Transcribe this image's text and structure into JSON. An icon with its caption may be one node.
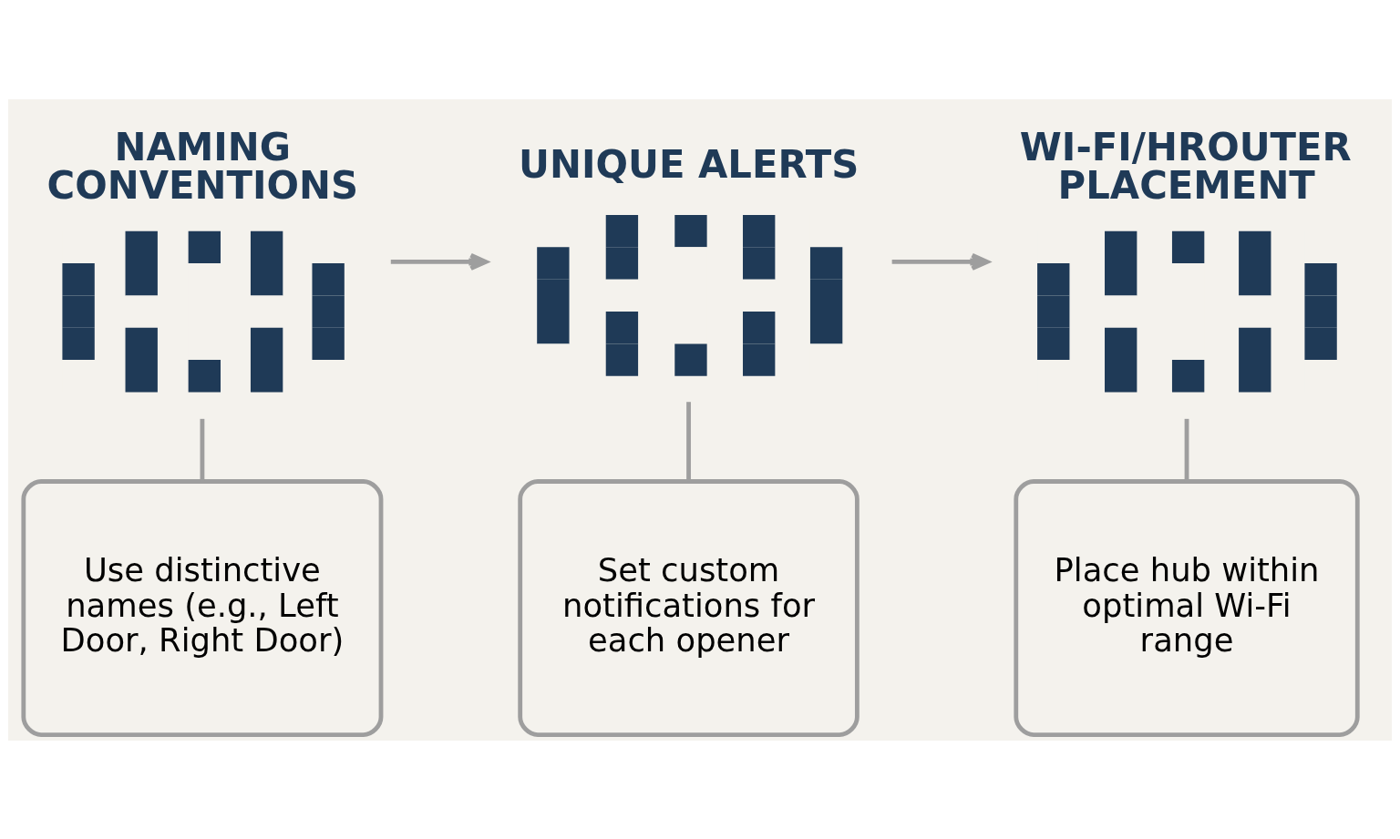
{
  "diagram": {
    "nodes": [
      {
        "text": [],
        "shape": "picture",
        "beside": [
          "NAMING CONVENTIONS"
        ]
      },
      {
        "text": [
          "Use distinctive names (e.g., Left Door, Right Door)"
        ]
      },
      {
        "text": [],
        "shape": "picture",
        "beside": [
          "UNIQUE ALERTS"
        ]
      },
      {
        "text": [
          "Set custom notifications for each opener"
        ]
      },
      {
        "text": [],
        "shape": "picture",
        "beside": [
          "WI-FI/HROUTER PLACEMENT"
        ]
      },
      {
        "text": [
          "Place hub within optimal Wi-Fi range"
        ]
      }
    ],
    "edges": [
      {
        "from": 0,
        "to": 2,
        "arrow": "to"
      },
      {
        "from": 2,
        "to": 4,
        "arrow": "to"
      },
      {
        "from": 0,
        "to": 1,
        "arrow": "none"
      },
      {
        "from": 2,
        "to": 3,
        "arrow": "none"
      },
      {
        "from": 4,
        "to": 5,
        "arrow": "none"
      }
    ]
  }
}
